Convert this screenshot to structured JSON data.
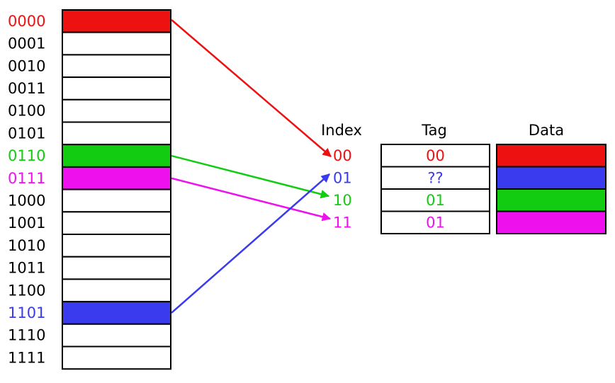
{
  "colors": {
    "red": "#ee1111",
    "green": "#11cc11",
    "magenta": "#ee11ee",
    "blue": "#3a3aee",
    "black": "#000000",
    "white": "#ffffff"
  },
  "memory": {
    "rows": [
      {
        "address": "0000",
        "color": "red"
      },
      {
        "address": "0001",
        "color": null
      },
      {
        "address": "0010",
        "color": null
      },
      {
        "address": "0011",
        "color": null
      },
      {
        "address": "0100",
        "color": null
      },
      {
        "address": "0101",
        "color": null
      },
      {
        "address": "0110",
        "color": "green"
      },
      {
        "address": "0111",
        "color": "magenta"
      },
      {
        "address": "1000",
        "color": null
      },
      {
        "address": "1001",
        "color": null
      },
      {
        "address": "1010",
        "color": null
      },
      {
        "address": "1011",
        "color": null
      },
      {
        "address": "1100",
        "color": null
      },
      {
        "address": "1101",
        "color": "blue"
      },
      {
        "address": "1110",
        "color": null
      },
      {
        "address": "1111",
        "color": null
      }
    ]
  },
  "cache": {
    "headers": {
      "index": "Index",
      "tag": "Tag",
      "data": "Data"
    },
    "rows": [
      {
        "index": "00",
        "index_color": "red",
        "tag": "00",
        "tag_color": "red",
        "data_color": "red"
      },
      {
        "index": "01",
        "index_color": "blue",
        "tag": "??",
        "tag_color": "blue",
        "data_color": "blue"
      },
      {
        "index": "10",
        "index_color": "green",
        "tag": "01",
        "tag_color": "green",
        "data_color": "green"
      },
      {
        "index": "11",
        "index_color": "magenta",
        "tag": "01",
        "tag_color": "magenta",
        "data_color": "magenta"
      }
    ]
  },
  "mappings": [
    {
      "from_memory_row": 0,
      "to_cache_index": 0,
      "color": "red"
    },
    {
      "from_memory_row": 6,
      "to_cache_index": 2,
      "color": "green"
    },
    {
      "from_memory_row": 7,
      "to_cache_index": 3,
      "color": "magenta"
    },
    {
      "from_memory_row": 13,
      "to_cache_index": 1,
      "color": "blue"
    }
  ]
}
